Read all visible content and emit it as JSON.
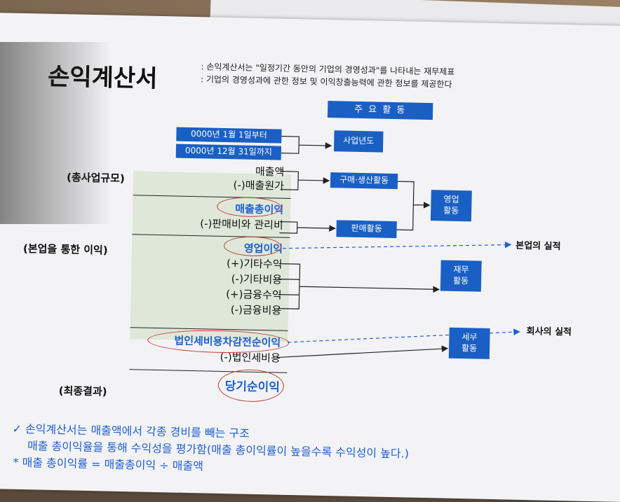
{
  "title": "손익계산서",
  "description": [
    ": 손익계산서는 \"일정기간 동안의 기업의 경영성과\"를 나타내는 재무제표",
    ": 기업의 경영성과에 관한 정보 및 이익창출능력에 관한 정보를 제공한다"
  ],
  "header_box": "주 요 활 동",
  "period": {
    "from": "0000년 1월 1일부터",
    "to": "0000년 12월 31일까지"
  },
  "activities": {
    "business_year": "사업년도",
    "purchase_production": "구매·생산활동",
    "sales": "판매활동",
    "operating": "영업\n활동",
    "financial": "재무\n활동",
    "tax": "세무\n활동"
  },
  "sections": {
    "total_scale": "(총사업규모)",
    "operating_profit": "(본업을 통한 이익)",
    "final_result": "(최종결과)"
  },
  "items": {
    "revenue": "매출액",
    "cost_of_sales": "(-)매출원가",
    "gross_profit": "매출총이익",
    "sga": "(-)판매비와 관리비",
    "operating_income": "영업이익",
    "other_income": "(+)기타수익",
    "other_expense": "(-)기타비용",
    "finance_income": "(+)금융수익",
    "finance_cost": "(-)금융비용",
    "pretax_income": "법인세비용차감전순이익",
    "income_tax": "(-)법인세비용",
    "net_income": "당기순이익"
  },
  "notes": {
    "core_performance": "본업의 실적",
    "company_performance": "회사의 실적"
  },
  "bottom": [
    "✓ 손익계산서는 매출액에서 각종 경비를 빼는 구조",
    "매출 총이익율을 통해 수익성을 평가함(매출 총이익률이 높을수록 수익성이 높다.)",
    "* 매출 총이익률 = 매출총이익 ÷ 매출액"
  ],
  "colors": {
    "accent_blue": "#1a5fc4",
    "text_blue": "#1f5fd1",
    "highlight_red": "#c43a3a",
    "green_panel": "#dfe8d8"
  }
}
